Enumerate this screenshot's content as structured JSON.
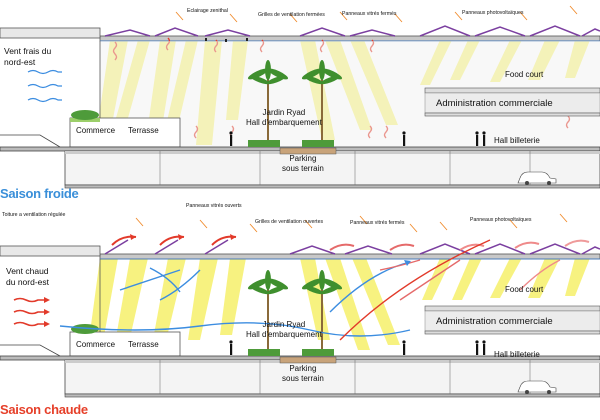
{
  "colors": {
    "cold_title": "#3a8fd9",
    "hot_title": "#e6402a",
    "light": "#f6f06a",
    "structure": "#555555",
    "panel": "#7b3fa0",
    "pv": "#3e7fd0",
    "heat": "#e23a2a",
    "cool": "#3c8de0",
    "sun_ray": "#f08a2a"
  },
  "icons": [
    "wind-arrow-icon",
    "sun-ray-icon",
    "palm-tree-icon",
    "planter-icon",
    "person-silhouette-icon",
    "car-icon",
    "heat-flow-icon"
  ],
  "cold": {
    "season_title": "Saison froide",
    "roof": {
      "zenithal_light": "Eclairage zenithal",
      "vents_closed": "Grilles de ventilation fermées",
      "panels_closed": "Panneaux vitrés fermés",
      "photovoltaic": "Panneaux photovoltaïques"
    },
    "wind": "Vent frais du\nnord-est",
    "spaces": {
      "commerce": "Commerce",
      "terrace": "Terrasse",
      "garden": "Jardin Ryad\nHall d'embarquement",
      "food_court": "Food court",
      "admin": "Administration commerciale",
      "ticket_hall": "Hall billeterie",
      "parking": "Parking\nsous terrain"
    }
  },
  "hot": {
    "season_title": "Saison chaude",
    "roof": {
      "regulated_roof": "Toiture a ventilation régulée",
      "panels_open": "Panneaux vitrés ouverts",
      "vents_open": "Grilles de ventilation ouvertes",
      "panels_closed": "Panneaux vitrés fermés",
      "photovoltaic": "Panneaux photovoltaïques"
    },
    "wind": "Vent chaud\ndu nord-est",
    "spaces": {
      "commerce": "Commerce",
      "terrace": "Terrasse",
      "garden": "Jardin Ryad\nHall d'embarquement",
      "food_court": "Food court",
      "admin": "Administration commerciale",
      "ticket_hall": "Hall billeterie",
      "parking": "Parking\nsous terrain"
    }
  }
}
